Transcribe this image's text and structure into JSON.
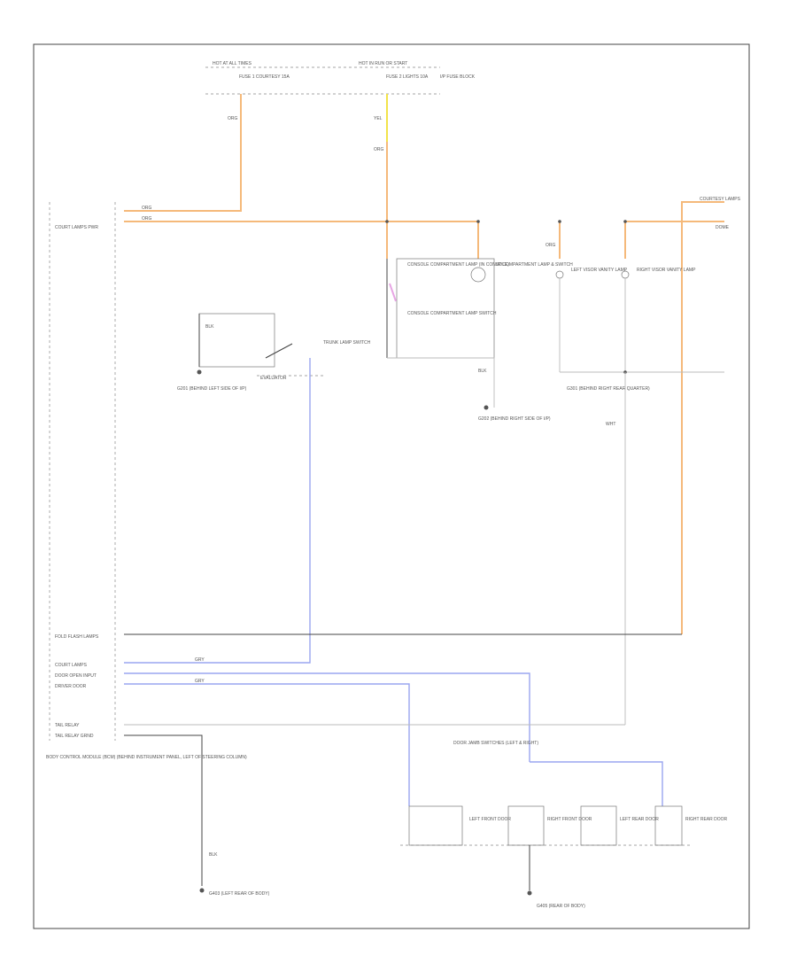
{
  "diagram": {
    "frame_title": "",
    "colors": {
      "power": "#f5b97a",
      "signal": "#9aa6f0",
      "yellow": "#f2e34a",
      "pink": "#e7a6e4"
    },
    "fuse_box": {
      "left_label": "HOT AT ALL TIMES",
      "right_label": "HOT IN RUN OR START",
      "side_label": "I/P FUSE BLOCK",
      "fuse1": "FUSE 1 COURTESY 15A",
      "fuse2": "FUSE 2 LIGHTS 10A"
    },
    "wire_labels": {
      "w1": "ORG",
      "w2": "YEL",
      "w3": "ORG",
      "w4": "ORG",
      "w5": "ORG",
      "w6": "ORG",
      "w7": "GRY",
      "w8": "GRY",
      "w9": "BLK",
      "w10": "BLK",
      "w11": "BLK",
      "w12": "WHT"
    },
    "bcm": {
      "pin_label": "COURT LAMPS PWR",
      "title": "BODY CONTROL MODULE (BCM) (BEHIND INSTRUMENT PANEL, LEFT OF STEERING COLUMN)",
      "p1": "FOLD FLASH LAMPS",
      "p2": "COURT LAMPS",
      "p3": "DOOR OPEN INPUT",
      "p4": "DRIVER DOOR",
      "p5": "TAIL RELAY",
      "p6": "TAIL RELAY GRND"
    },
    "components": {
      "console_lamp": "CONSOLE COMPARTMENT LAMP (IN CONSOLE)",
      "console_switch": "CONSOLE COMPARTMENT LAMP SWITCH",
      "glove_lamp": "I/P COMPARTMENT LAMP & SWITCH",
      "left_vanity": "LEFT VISOR VANITY LAMP",
      "right_vanity": "RIGHT VISOR VANITY LAMP",
      "trunk_lamp": "TRUNK LAMP SWITCH",
      "evaluator": "EVALUATOR",
      "ground_g1": "G201 (BEHIND LEFT SIDE OF I/P)",
      "ground_g2": "G202 (BEHIND RIGHT SIDE OF I/P)",
      "ground_g3": "G301 (BEHIND RIGHT REAR QUARTER)",
      "ground_g4": "G403 (LEFT REAR OF BODY)",
      "ground_g5": "G405 (REAR OF BODY)",
      "door_header": "DOOR JAMB SWITCHES (LEFT & RIGHT)",
      "lf_door": "LEFT FRONT DOOR",
      "rf_door": "RIGHT FRONT DOOR",
      "lr_door": "LEFT REAR DOOR",
      "rr_door": "RIGHT REAR DOOR",
      "courtesy_conn": "COURTESY LAMPS",
      "dome_conn": "DOME"
    }
  }
}
